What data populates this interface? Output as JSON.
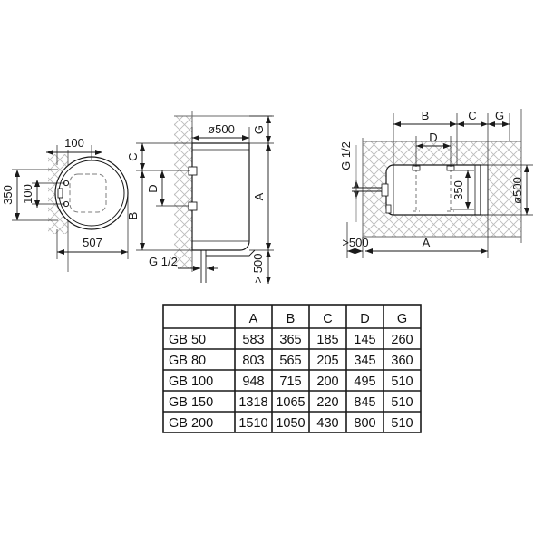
{
  "drawing": {
    "title": "Water heater installation dimension drawing",
    "views": {
      "top_view": {
        "name": "top-section-view",
        "dim_width_100": "100",
        "dim_height_350": "350",
        "dim_height_100": "100",
        "dim_diameter_507": "507"
      },
      "front_view": {
        "name": "vertical-front-view",
        "dim_diameter": "ø500",
        "dim_G": "G",
        "dim_A": "A",
        "dim_C": "C",
        "dim_D": "D",
        "dim_B": "B",
        "dim_clearance": "> 500",
        "thread_label": "G 1/2"
      },
      "side_view": {
        "name": "horizontal-side-view",
        "dim_B": "B",
        "dim_C": "C",
        "dim_G": "G",
        "dim_D": "D",
        "dim_350": "350",
        "dim_diameter": "ø500",
        "dim_clearance": ">500",
        "dim_A": "A",
        "thread_label": "G 1/2"
      }
    }
  },
  "table": {
    "headers": [
      "",
      "A",
      "B",
      "C",
      "D",
      "G"
    ],
    "rows": [
      {
        "model": "GB 50",
        "A": "583",
        "B": "365",
        "C": "185",
        "D": "145",
        "G": "260"
      },
      {
        "model": "GB 80",
        "A": "803",
        "B": "565",
        "C": "205",
        "D": "345",
        "G": "360"
      },
      {
        "model": "GB 100",
        "A": "948",
        "B": "715",
        "C": "200",
        "D": "495",
        "G": "510"
      },
      {
        "model": "GB 150",
        "A": "1318",
        "B": "1065",
        "C": "220",
        "D": "845",
        "G": "510"
      },
      {
        "model": "GB 200",
        "A": "1510",
        "B": "1050",
        "C": "430",
        "D": "800",
        "G": "510"
      }
    ]
  },
  "colors": {
    "line": "#1a1a1a",
    "hatch": "#b9b9b9",
    "background": "#ffffff"
  }
}
